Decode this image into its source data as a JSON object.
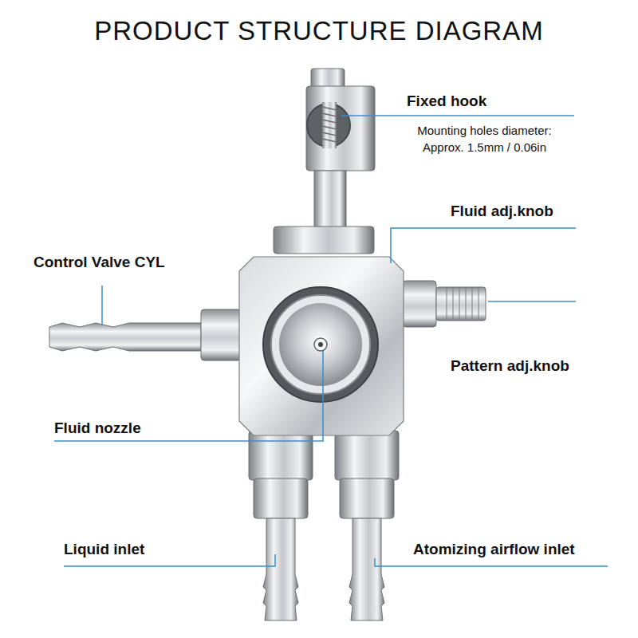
{
  "diagram": {
    "title": "PRODUCT STRUCTURE DIAGRAM",
    "labels": [
      "Fixed hook",
      "Mounting holes diameter: Approx. 1.5mm / 0.06in",
      "Fluid adj.knob",
      "Control Valve CYL",
      "Pattern adj.knob",
      "Fluid nozzle",
      "Liquid inlet",
      "Atomizing airflow inlet"
    ]
  }
}
